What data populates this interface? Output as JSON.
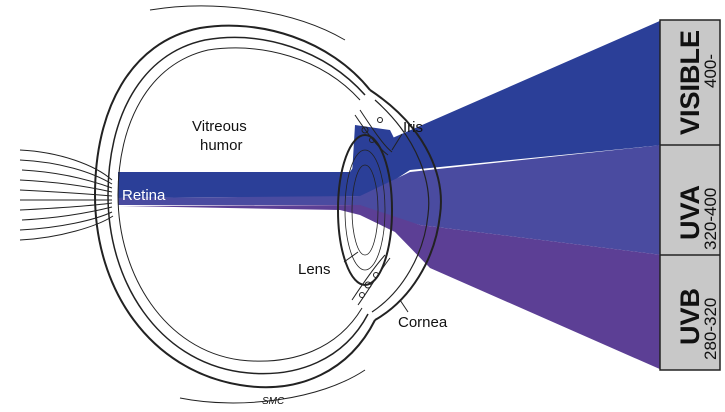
{
  "labels": {
    "vitreous_line1": "Vitreous",
    "vitreous_line2": "humor",
    "iris": "Iris",
    "retina": "Retina",
    "lens": "Lens",
    "cornea": "Cornea",
    "signature": "SMC"
  },
  "spectrum": [
    {
      "name": "VISIBLE",
      "range": "400-",
      "color": "#2b3f98"
    },
    {
      "name": "UVA",
      "range": "320-400",
      "color": "#4a4b9f"
    },
    {
      "name": "UVB",
      "range": "280-320",
      "color": "#5c3f95"
    }
  ],
  "colors": {
    "panel": "#c8c8c8",
    "outline": "#222222"
  }
}
